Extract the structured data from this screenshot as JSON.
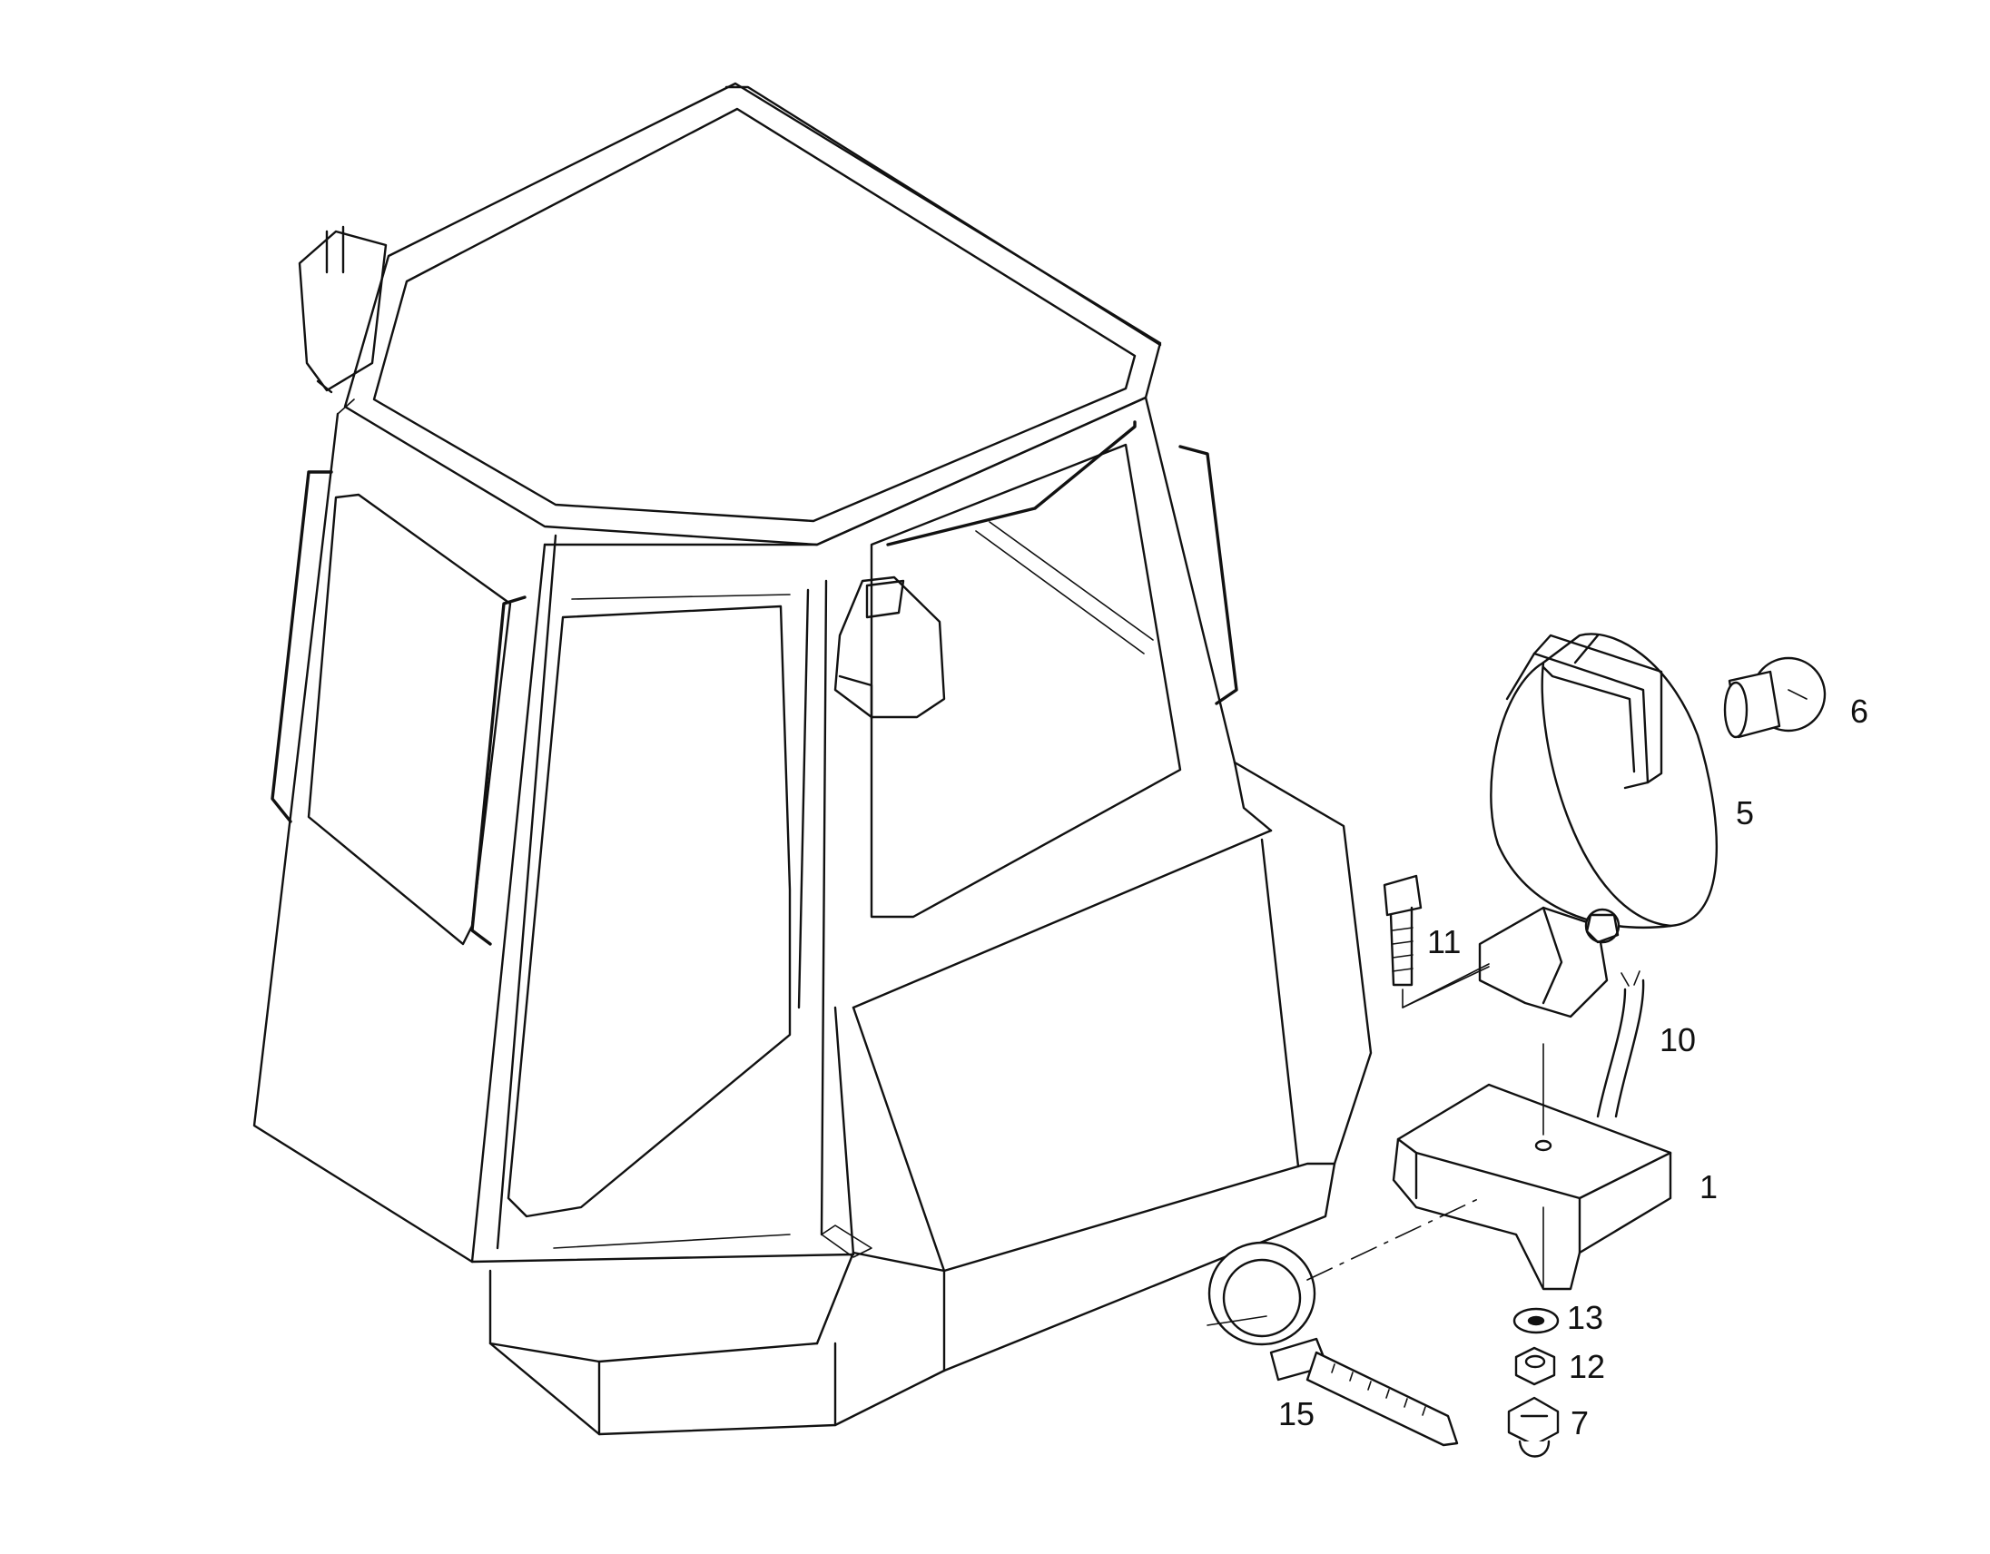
{
  "diagram": {
    "callouts": [
      {
        "id": "part-1",
        "label": "1"
      },
      {
        "id": "part-5",
        "label": "5"
      },
      {
        "id": "part-6",
        "label": "6"
      },
      {
        "id": "part-7",
        "label": "7"
      },
      {
        "id": "part-10",
        "label": "10"
      },
      {
        "id": "part-11",
        "label": "11"
      },
      {
        "id": "part-12",
        "label": "12"
      },
      {
        "id": "part-13",
        "label": "13"
      },
      {
        "id": "part-15",
        "label": "15"
      }
    ]
  }
}
